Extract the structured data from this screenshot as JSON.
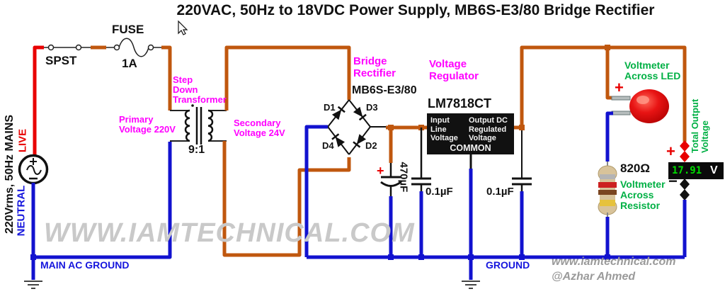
{
  "title": "220VAC, 50Hz to 18VDC Power Supply, MB6S-E3/80 Bridge Rectifier",
  "source": {
    "mains": "220Vrms, 50Hz MAINS",
    "live": "LIVE",
    "neutral": "NEUTRAL",
    "main_ac_ground": "MAIN AC GROUND"
  },
  "switch": {
    "label": "SPST"
  },
  "fuse": {
    "label": "FUSE",
    "rating": "1A"
  },
  "transformer": {
    "name_lines": [
      "Step",
      "Down",
      "Transformer"
    ],
    "primary_lines": [
      "Primary",
      "Voltage 220V"
    ],
    "secondary_lines": [
      "Secondary",
      "Voltage 24V"
    ],
    "ratio": "9:1"
  },
  "bridge": {
    "label_lines": [
      "Bridge",
      "Rectifier"
    ],
    "part": "MB6S-E3/80",
    "d1": "D1",
    "d2": "D2",
    "d3": "D3",
    "d4": "D4"
  },
  "capacitors": {
    "c1": "470µF",
    "c1_plus": "+",
    "c2": "0.1µF",
    "c3": "0.1µF"
  },
  "regulator": {
    "label_lines": [
      "Voltage",
      "Regulator"
    ],
    "part": "LM7818CT",
    "pin_input_lines": [
      "Input",
      "Line",
      "Voltage"
    ],
    "pin_output_lines": [
      "Output DC",
      "Regulated",
      "Voltage"
    ],
    "pin_common": "COMMON"
  },
  "led": {
    "label_lines": [
      "Voltmeter",
      "Across LED"
    ],
    "plus": "+"
  },
  "resistor": {
    "value": "820Ω",
    "label_lines": [
      "Voltmeter",
      "Across",
      "Resistor"
    ]
  },
  "voltmeter": {
    "label_lines": [
      "Total Output",
      "Voltage"
    ],
    "reading": "17.91",
    "unit": "V",
    "plus": "+",
    "minus": "−"
  },
  "ground": {
    "label": "GROUND"
  },
  "footer": {
    "url": "www.iamtechnical.com",
    "author": "@Azhar Ahmed"
  },
  "watermark": "WWW.IAMTECHNICAL.COM",
  "colors": {
    "wire_live": "#e80000",
    "wire_neutral": "#1212cf",
    "wire_dc": "#c0570e",
    "label_accent": "#ff00ff",
    "label_meter": "#00b044",
    "display_text": "#00dd00"
  }
}
